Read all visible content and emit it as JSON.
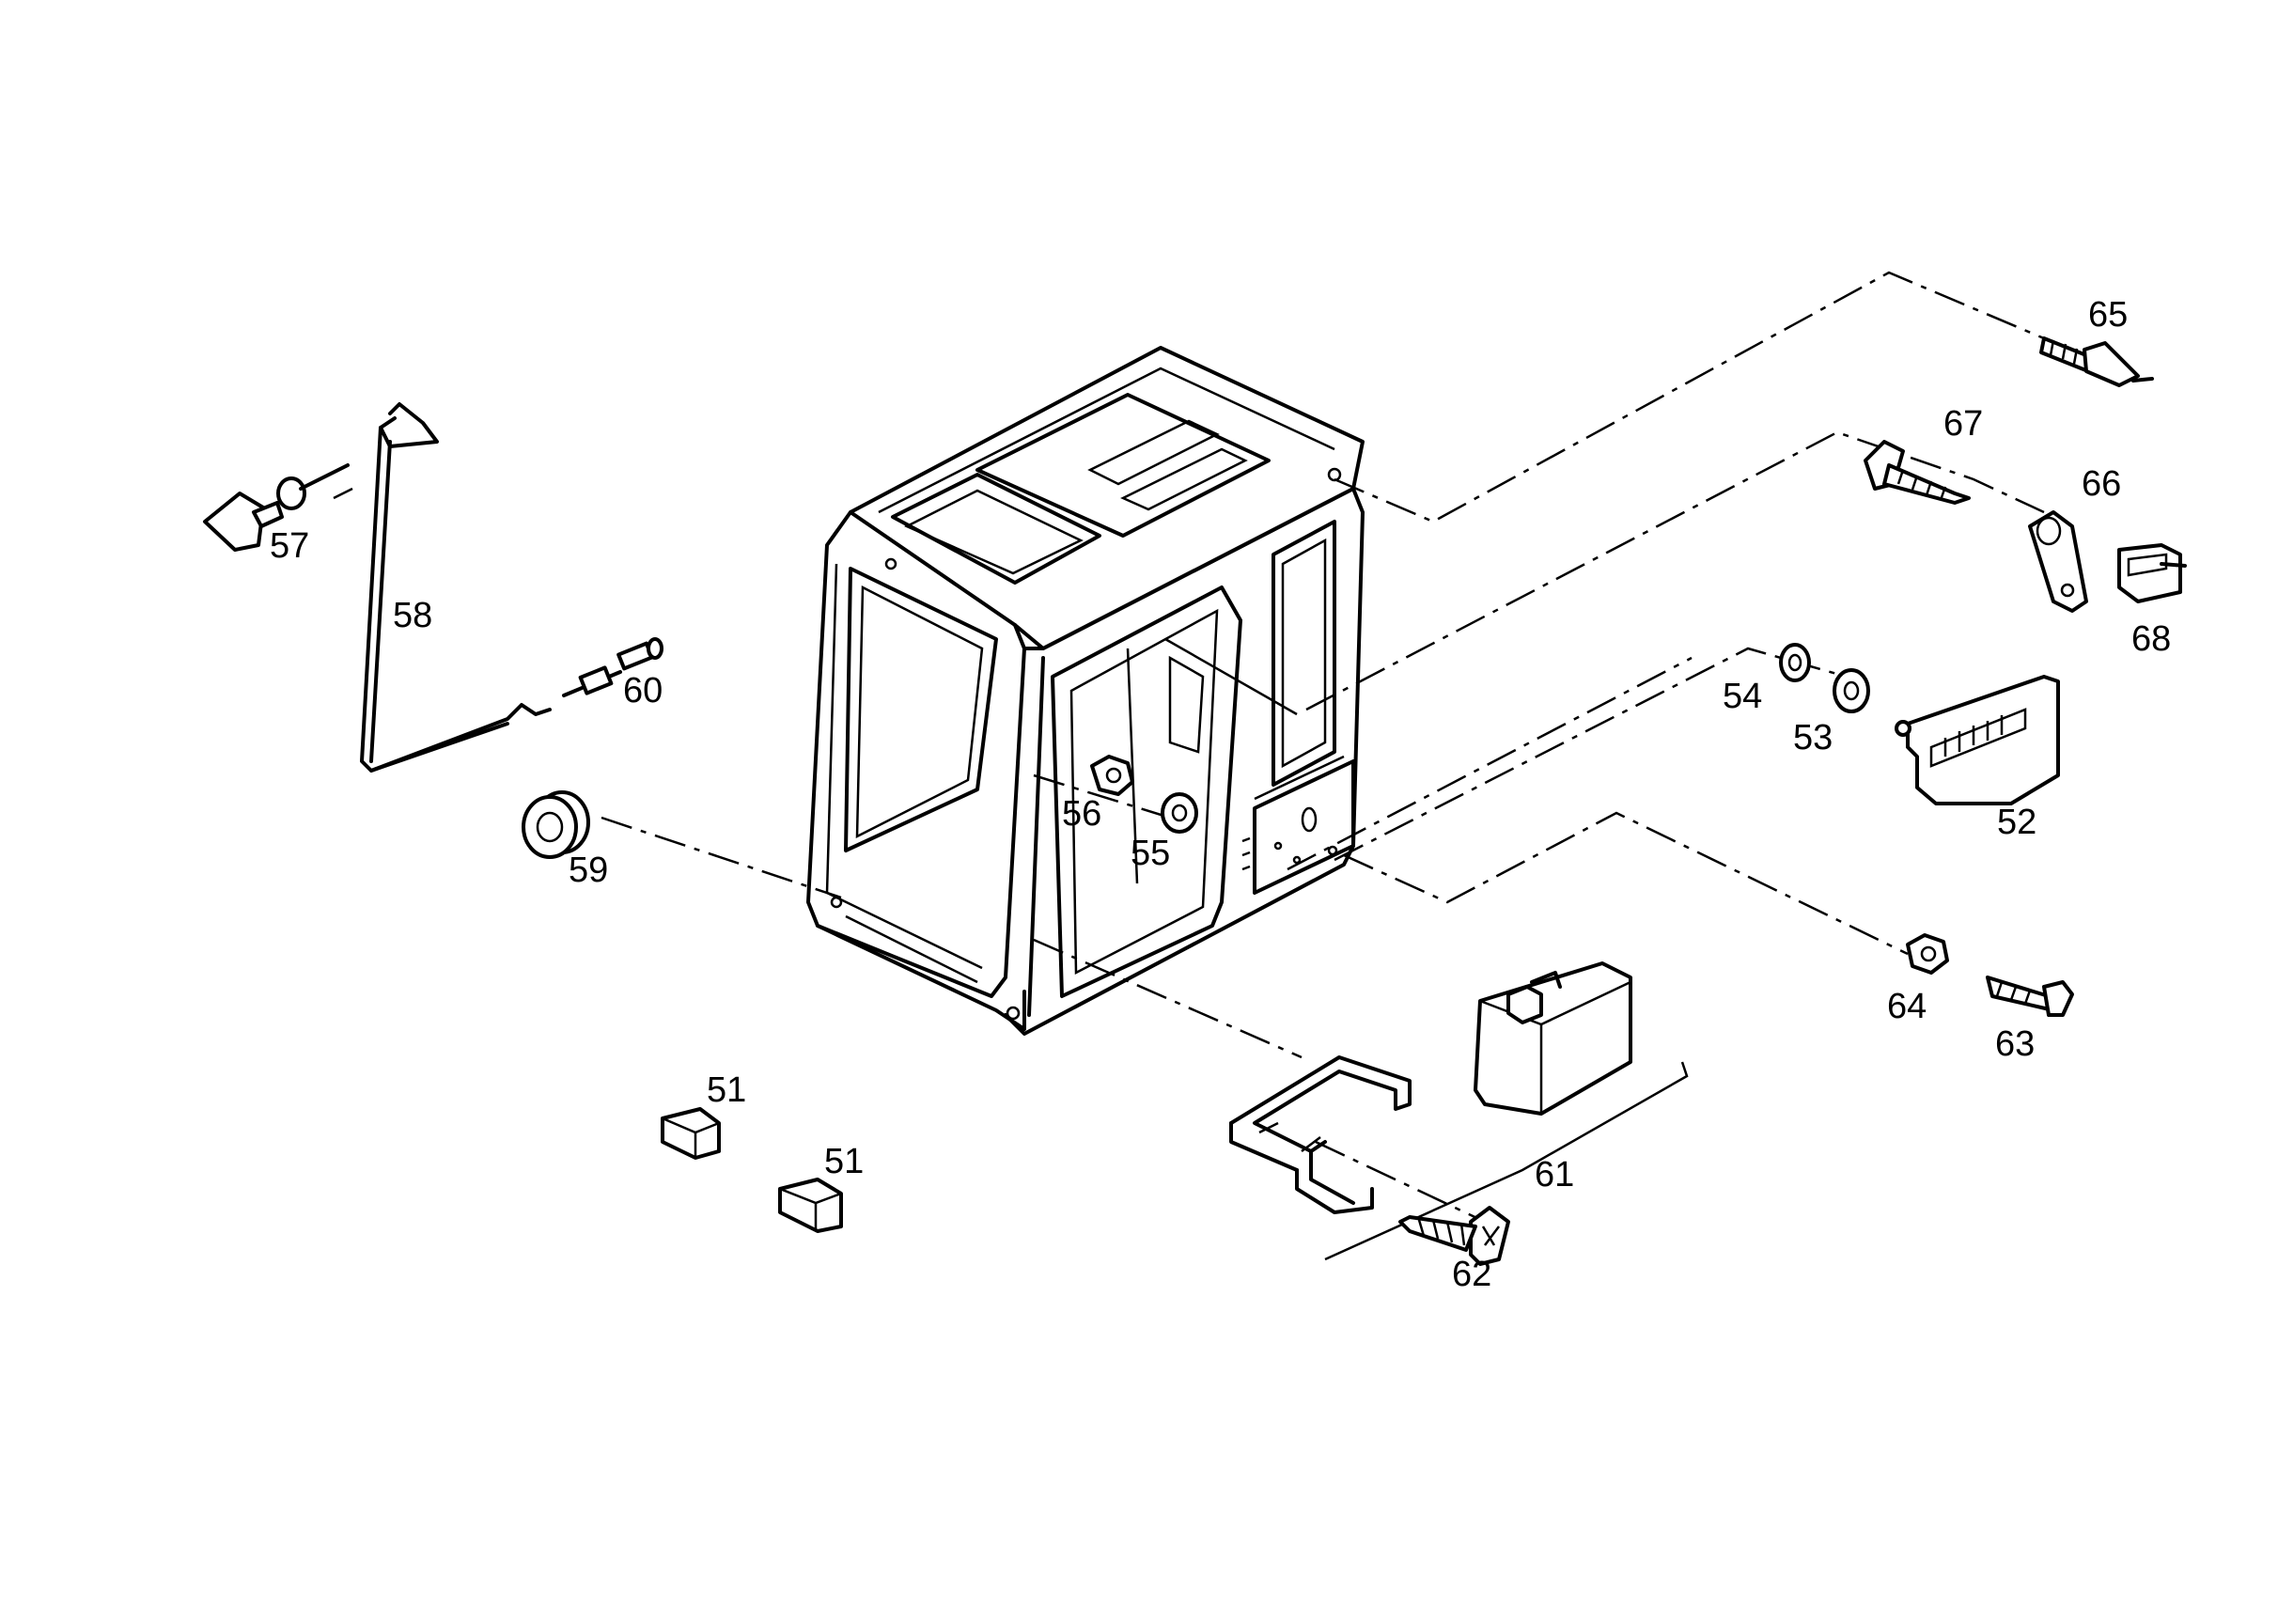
{
  "callouts": [
    {
      "id": "51a",
      "label": "51"
    },
    {
      "id": "51b",
      "label": "51"
    },
    {
      "id": "52",
      "label": "52"
    },
    {
      "id": "53",
      "label": "53"
    },
    {
      "id": "54",
      "label": "54"
    },
    {
      "id": "55",
      "label": "55"
    },
    {
      "id": "56",
      "label": "56"
    },
    {
      "id": "57",
      "label": "57"
    },
    {
      "id": "58",
      "label": "58"
    },
    {
      "id": "59",
      "label": "59"
    },
    {
      "id": "60",
      "label": "60"
    },
    {
      "id": "61",
      "label": "61"
    },
    {
      "id": "62",
      "label": "62"
    },
    {
      "id": "63",
      "label": "63"
    },
    {
      "id": "64",
      "label": "64"
    },
    {
      "id": "65",
      "label": "65"
    },
    {
      "id": "66",
      "label": "66"
    },
    {
      "id": "67",
      "label": "67"
    },
    {
      "id": "68",
      "label": "68"
    }
  ]
}
